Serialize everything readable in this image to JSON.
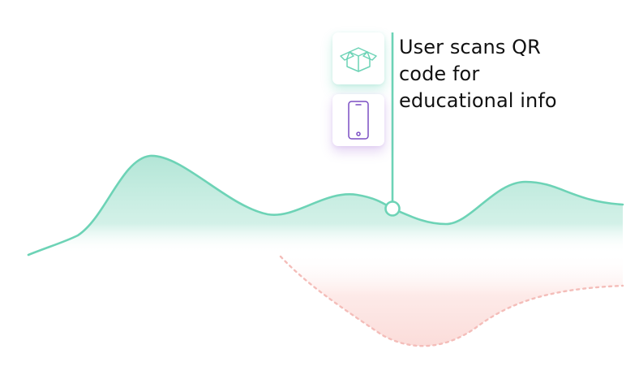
{
  "callout": {
    "lines": [
      "User scans QR",
      "code for",
      "educational info"
    ]
  },
  "icons": {
    "top": "package-box-icon",
    "bottom": "smartphone-icon"
  },
  "colors": {
    "positive_curve": "#6dd3b6",
    "positive_fill": "#b7e8da",
    "negative_curve": "#f2b8b6",
    "negative_fill": "#fde4e2",
    "box_icon": "#6dd3b6",
    "phone_icon": "#7b4fc4",
    "text": "#111111"
  }
}
